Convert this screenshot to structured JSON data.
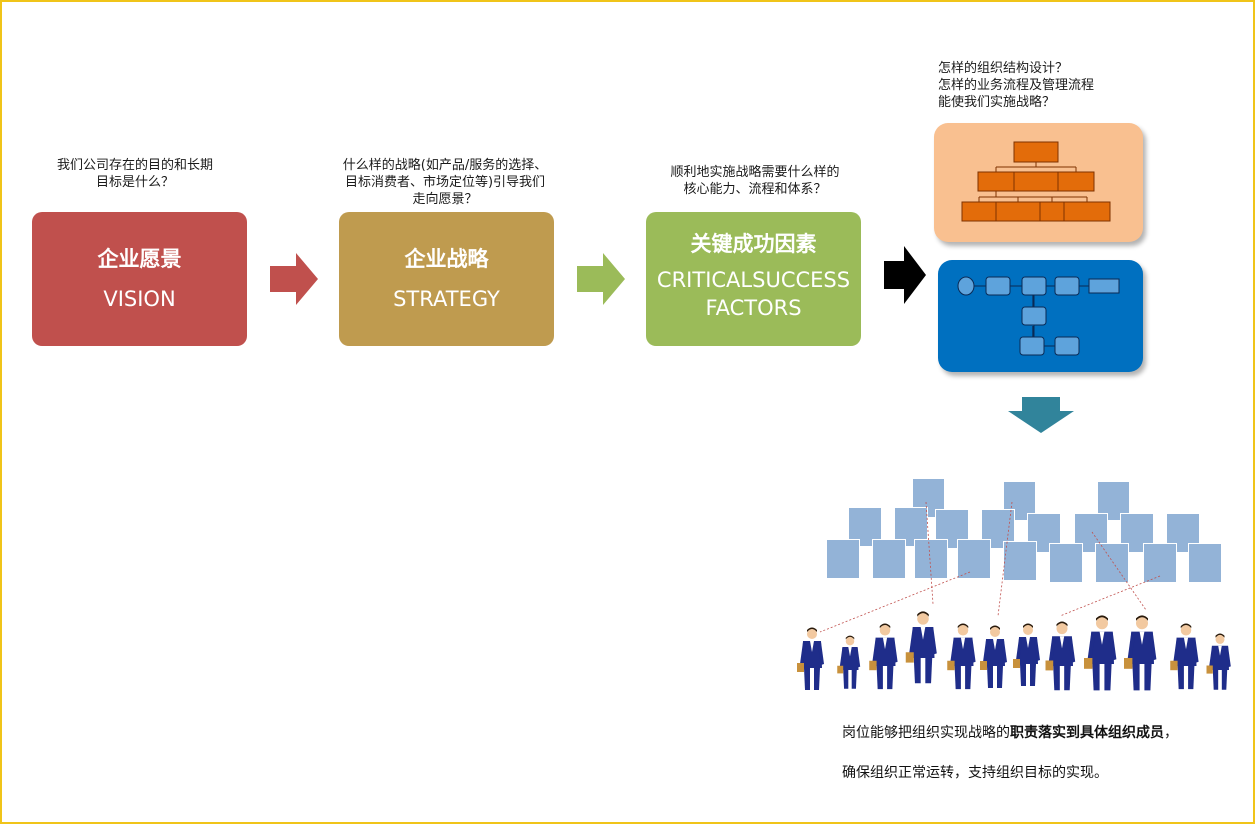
{
  "questions": {
    "vision": [
      "我们公司存在的目的和长期",
      "目标是什么？"
    ],
    "strategy": [
      "什么样的战略(如产品/服务的选择、",
      "目标消费者、市场定位等)引导我们",
      "走向愿景？"
    ],
    "csf": [
      "顺利地实施战略需要什么样的",
      "核心能力、流程和体系？"
    ],
    "org": [
      "怎样的组织结构设计？",
      "怎样的业务流程及管理流程",
      "能使我们实施战略？"
    ]
  },
  "boxes": {
    "vision": {
      "cn": "企业愿景",
      "en": "VISION"
    },
    "strategy": {
      "cn": "企业战略",
      "en": "STRATEGY"
    },
    "csf": {
      "cn": "关键成功因素",
      "en1": "CRITICALSUCCESS",
      "en2": "FACTORS"
    }
  },
  "footer": {
    "line1_a": "岗位能够把组织实现战略的",
    "line1_b": "职责落实到具体组织成员",
    "line1_c": "，",
    "line2": "确保组织正常运转，支持组织目标的实现。"
  },
  "colors": {
    "vision": "#c0504d",
    "strategy": "#bf9b4f",
    "csf": "#9bbb59",
    "org_panel": "#f9c090",
    "process_panel": "#0070c0",
    "tile": "#93b3d7",
    "down_arrow": "#31849b"
  },
  "icons": [
    "org-chart-icon",
    "process-flow-icon",
    "people-icon"
  ]
}
